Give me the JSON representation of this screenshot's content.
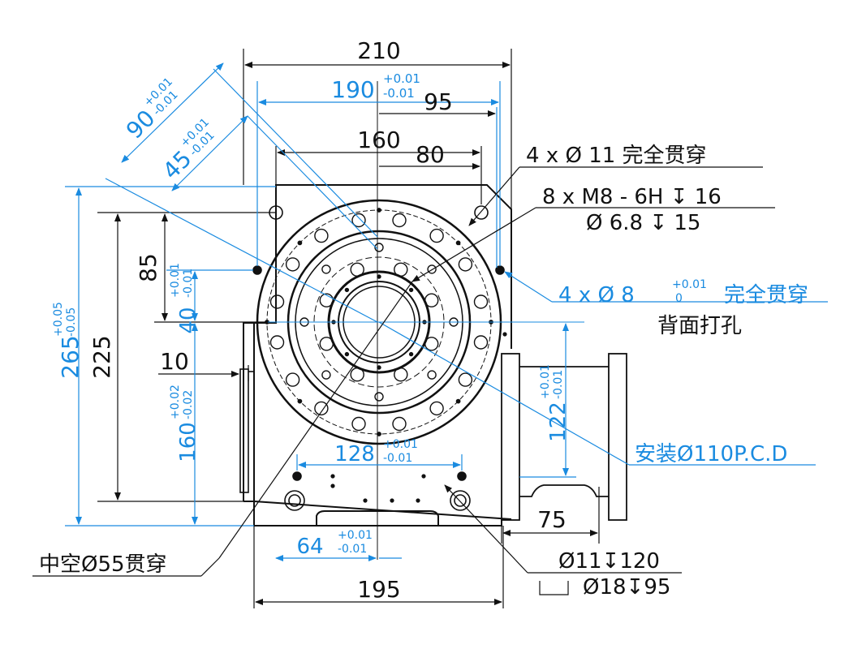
{
  "colors": {
    "black": "#111111",
    "blue": "#1a8be0"
  },
  "dims_black": {
    "w210": "210",
    "w95": "95",
    "w160": "160",
    "w80": "80",
    "v85": "85",
    "v225": "225",
    "w10": "10",
    "w75": "75",
    "w195": "195"
  },
  "dims_blue": {
    "w190": "190",
    "w190_tol_up": "+0.01",
    "w190_tol_dn": "-0.01",
    "d90": "90",
    "d90_tol_up": "+0.01",
    "d90_tol_dn": "-0.01",
    "d45": "45",
    "d45_tol_up": "+0.01",
    "d45_tol_dn": "-0.01",
    "v265": "265",
    "v265_tol_up": "+0.05",
    "v265_tol_dn": "-0.05",
    "v40": "40",
    "v40_tol_up": "+0.01",
    "v40_tol_dn": "-0.01",
    "v160": "160",
    "v160_tol_up": "+0.02",
    "v160_tol_dn": "-0.02",
    "w128": "128",
    "w128_tol_up": "+0.01",
    "w128_tol_dn": "-0.01",
    "w64": "64",
    "w64_tol_up": "+0.01",
    "w64_tol_dn": "-0.01",
    "v122": "122",
    "v122_tol_up": "+0.01",
    "v122_tol_dn": "-0.01"
  },
  "callouts": {
    "holes_11": "4 x Ø 11 完全贯穿",
    "m8_line1": "8 x  M8 - 6H ↧ 16",
    "m8_line2": "Ø 6.8 ↧ 15",
    "holes_8_main": "4 x Ø 8",
    "holes_8_tol_up": "+0.01",
    "holes_8_tol_dn": "0",
    "holes_8_suffix": "完全贯穿",
    "back_drill": "背面打孔",
    "pcd": "安装Ø110P.C.D",
    "hollow": "中空Ø55贯穿",
    "cb_line1": "Ø11↧120",
    "cb_line2": "Ø18↧95"
  }
}
